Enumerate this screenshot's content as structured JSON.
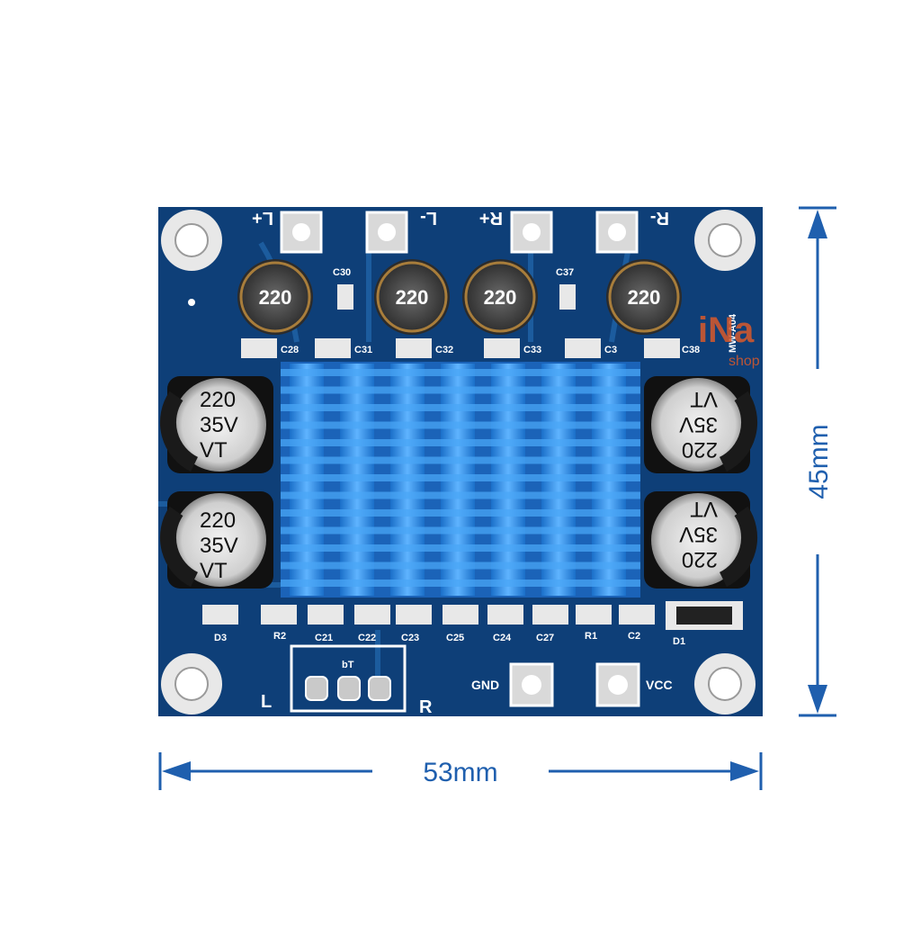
{
  "dimensions": {
    "width": "53mm",
    "height": "45mm"
  },
  "colors": {
    "board": "#0e3f78",
    "heatsink": "#2f8fe6",
    "dimension": "#1f5fae",
    "watermark": "#d9592b"
  },
  "board": {
    "top_labels": [
      "L+",
      "L-",
      "R+",
      "R-"
    ],
    "inductors": [
      "220",
      "220",
      "220",
      "220"
    ],
    "electrolytic_caps": [
      {
        "lines": [
          "220",
          "35V",
          "VT"
        ]
      },
      {
        "lines": [
          "220",
          "35V",
          "VT"
        ]
      },
      {
        "lines": [
          "220",
          "35V",
          "VT"
        ]
      },
      {
        "lines": [
          "220",
          "35V",
          "VT"
        ]
      }
    ],
    "top_refs": [
      "C30",
      "C37",
      "C28",
      "C31",
      "C32",
      "C33",
      "C3",
      "C38"
    ],
    "bottom_refs": [
      "D3",
      "R2",
      "C21",
      "C22",
      "C23",
      "C25",
      "C24",
      "C27",
      "R1",
      "C2",
      "D1"
    ],
    "side_code": "MW-A04",
    "connector_mark": "bT",
    "channel_left": "L",
    "channel_right": "R",
    "power_labels": [
      "GND",
      "VCC"
    ]
  },
  "watermark": {
    "brand": "iNa",
    "sub": "shop"
  }
}
